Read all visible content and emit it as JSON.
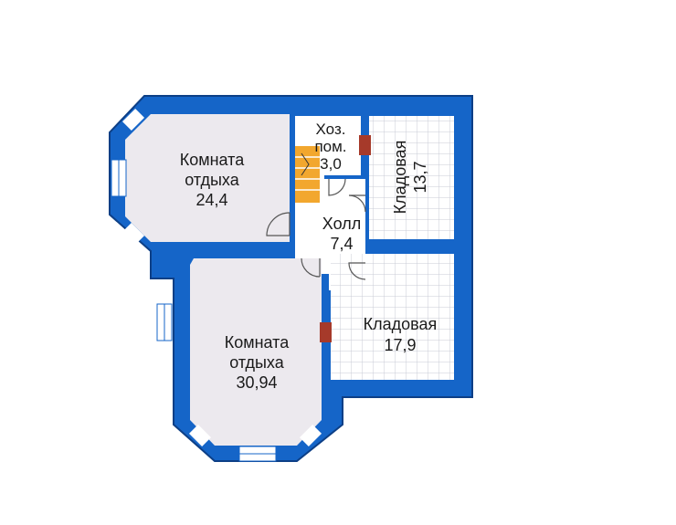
{
  "colors": {
    "wall": "#1565c8",
    "wall_edge": "#0d3f86",
    "room_fill": "#ece9ee",
    "tile_fill": "#ffffff",
    "tile_grid": "#c9cbd6",
    "hall_fill": "#ffffff",
    "chimney": "#a63a2a",
    "stairs": "#f2a72e",
    "door": "#555555",
    "window_frame": "#ffffff"
  },
  "rooms": {
    "lounge_top": {
      "name_line1": "Комната",
      "name_line2": "отдыха",
      "area": "24,4"
    },
    "utility": {
      "name_line1": "Хоз.",
      "name_line2": "пом.",
      "area": "3,0"
    },
    "hall": {
      "name": "Холл",
      "area": "7,4"
    },
    "storage_top": {
      "name": "Кладовая",
      "area": "13,7"
    },
    "storage_bottom": {
      "name": "Кладовая",
      "area": "17,9"
    },
    "lounge_bottom": {
      "name_line1": "Комната",
      "name_line2": "отдыха",
      "area": "30,94"
    }
  },
  "icons": {
    "stairs": "stairs-icon",
    "chimney": "chimney-icon",
    "door": "door-swing-icon",
    "window": "window-icon"
  }
}
